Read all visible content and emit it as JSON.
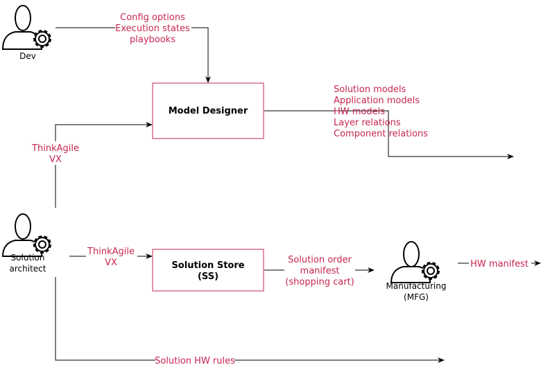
{
  "colors": {
    "label": "#c7254e",
    "box_border": "#c7254e",
    "line": "#000000"
  },
  "actors": {
    "dev": {
      "label": "Dev",
      "icon": "user-gear-icon"
    },
    "architect": {
      "label_line1": "Solution",
      "label_line2": "architect",
      "icon": "user-gear-icon"
    },
    "mfg": {
      "label_line1": "Manufacturing",
      "label_line2": "(MFG)",
      "icon": "user-gear-icon"
    }
  },
  "boxes": {
    "model_designer": {
      "title": "Model Designer"
    },
    "solution_store": {
      "title_line1": "Solution Store",
      "title_line2": "(SS)"
    }
  },
  "edges": {
    "dev_to_designer": [
      "Config options",
      "Execution states",
      "playbooks"
    ],
    "designer_out": [
      "Solution models",
      "Application models",
      "HW models",
      "Layer relations",
      "Component relations"
    ],
    "architect_to_designer": [
      "ThinkAgile",
      "VX"
    ],
    "architect_to_store": [
      "ThinkAgile",
      "VX"
    ],
    "store_to_mfg": [
      "Solution order",
      "manifest",
      "(shopping cart)"
    ],
    "mfg_out": "HW manifest",
    "architect_bottom": "Solution HW rules"
  }
}
